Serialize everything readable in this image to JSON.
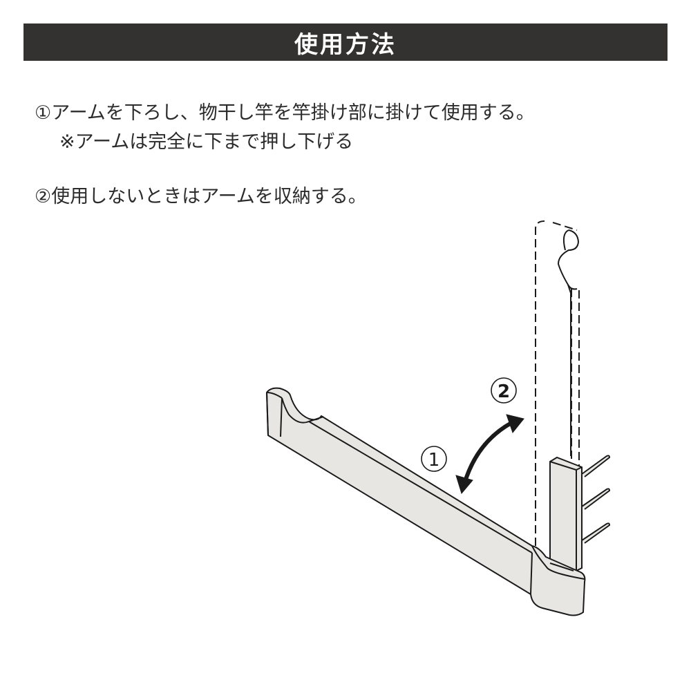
{
  "header": {
    "title": "使用方法",
    "background_color": "#333231",
    "text_color": "#ffffff"
  },
  "instructions": {
    "step1": {
      "text": "①アームを下ろし、物干し竿を竿掛け部に掛けて使用する。",
      "note": "※アームは完全に下まで押し下げる"
    },
    "step2": {
      "text": "②使用しないときはアームを収納する。"
    }
  },
  "illustration": {
    "labels": {
      "marker1": "1",
      "marker2": "2"
    },
    "icons": [
      "double-headed-curved-arrow-icon"
    ],
    "colors": {
      "part_fill": "#e8e6e3",
      "line": "#1a1a1a"
    }
  }
}
